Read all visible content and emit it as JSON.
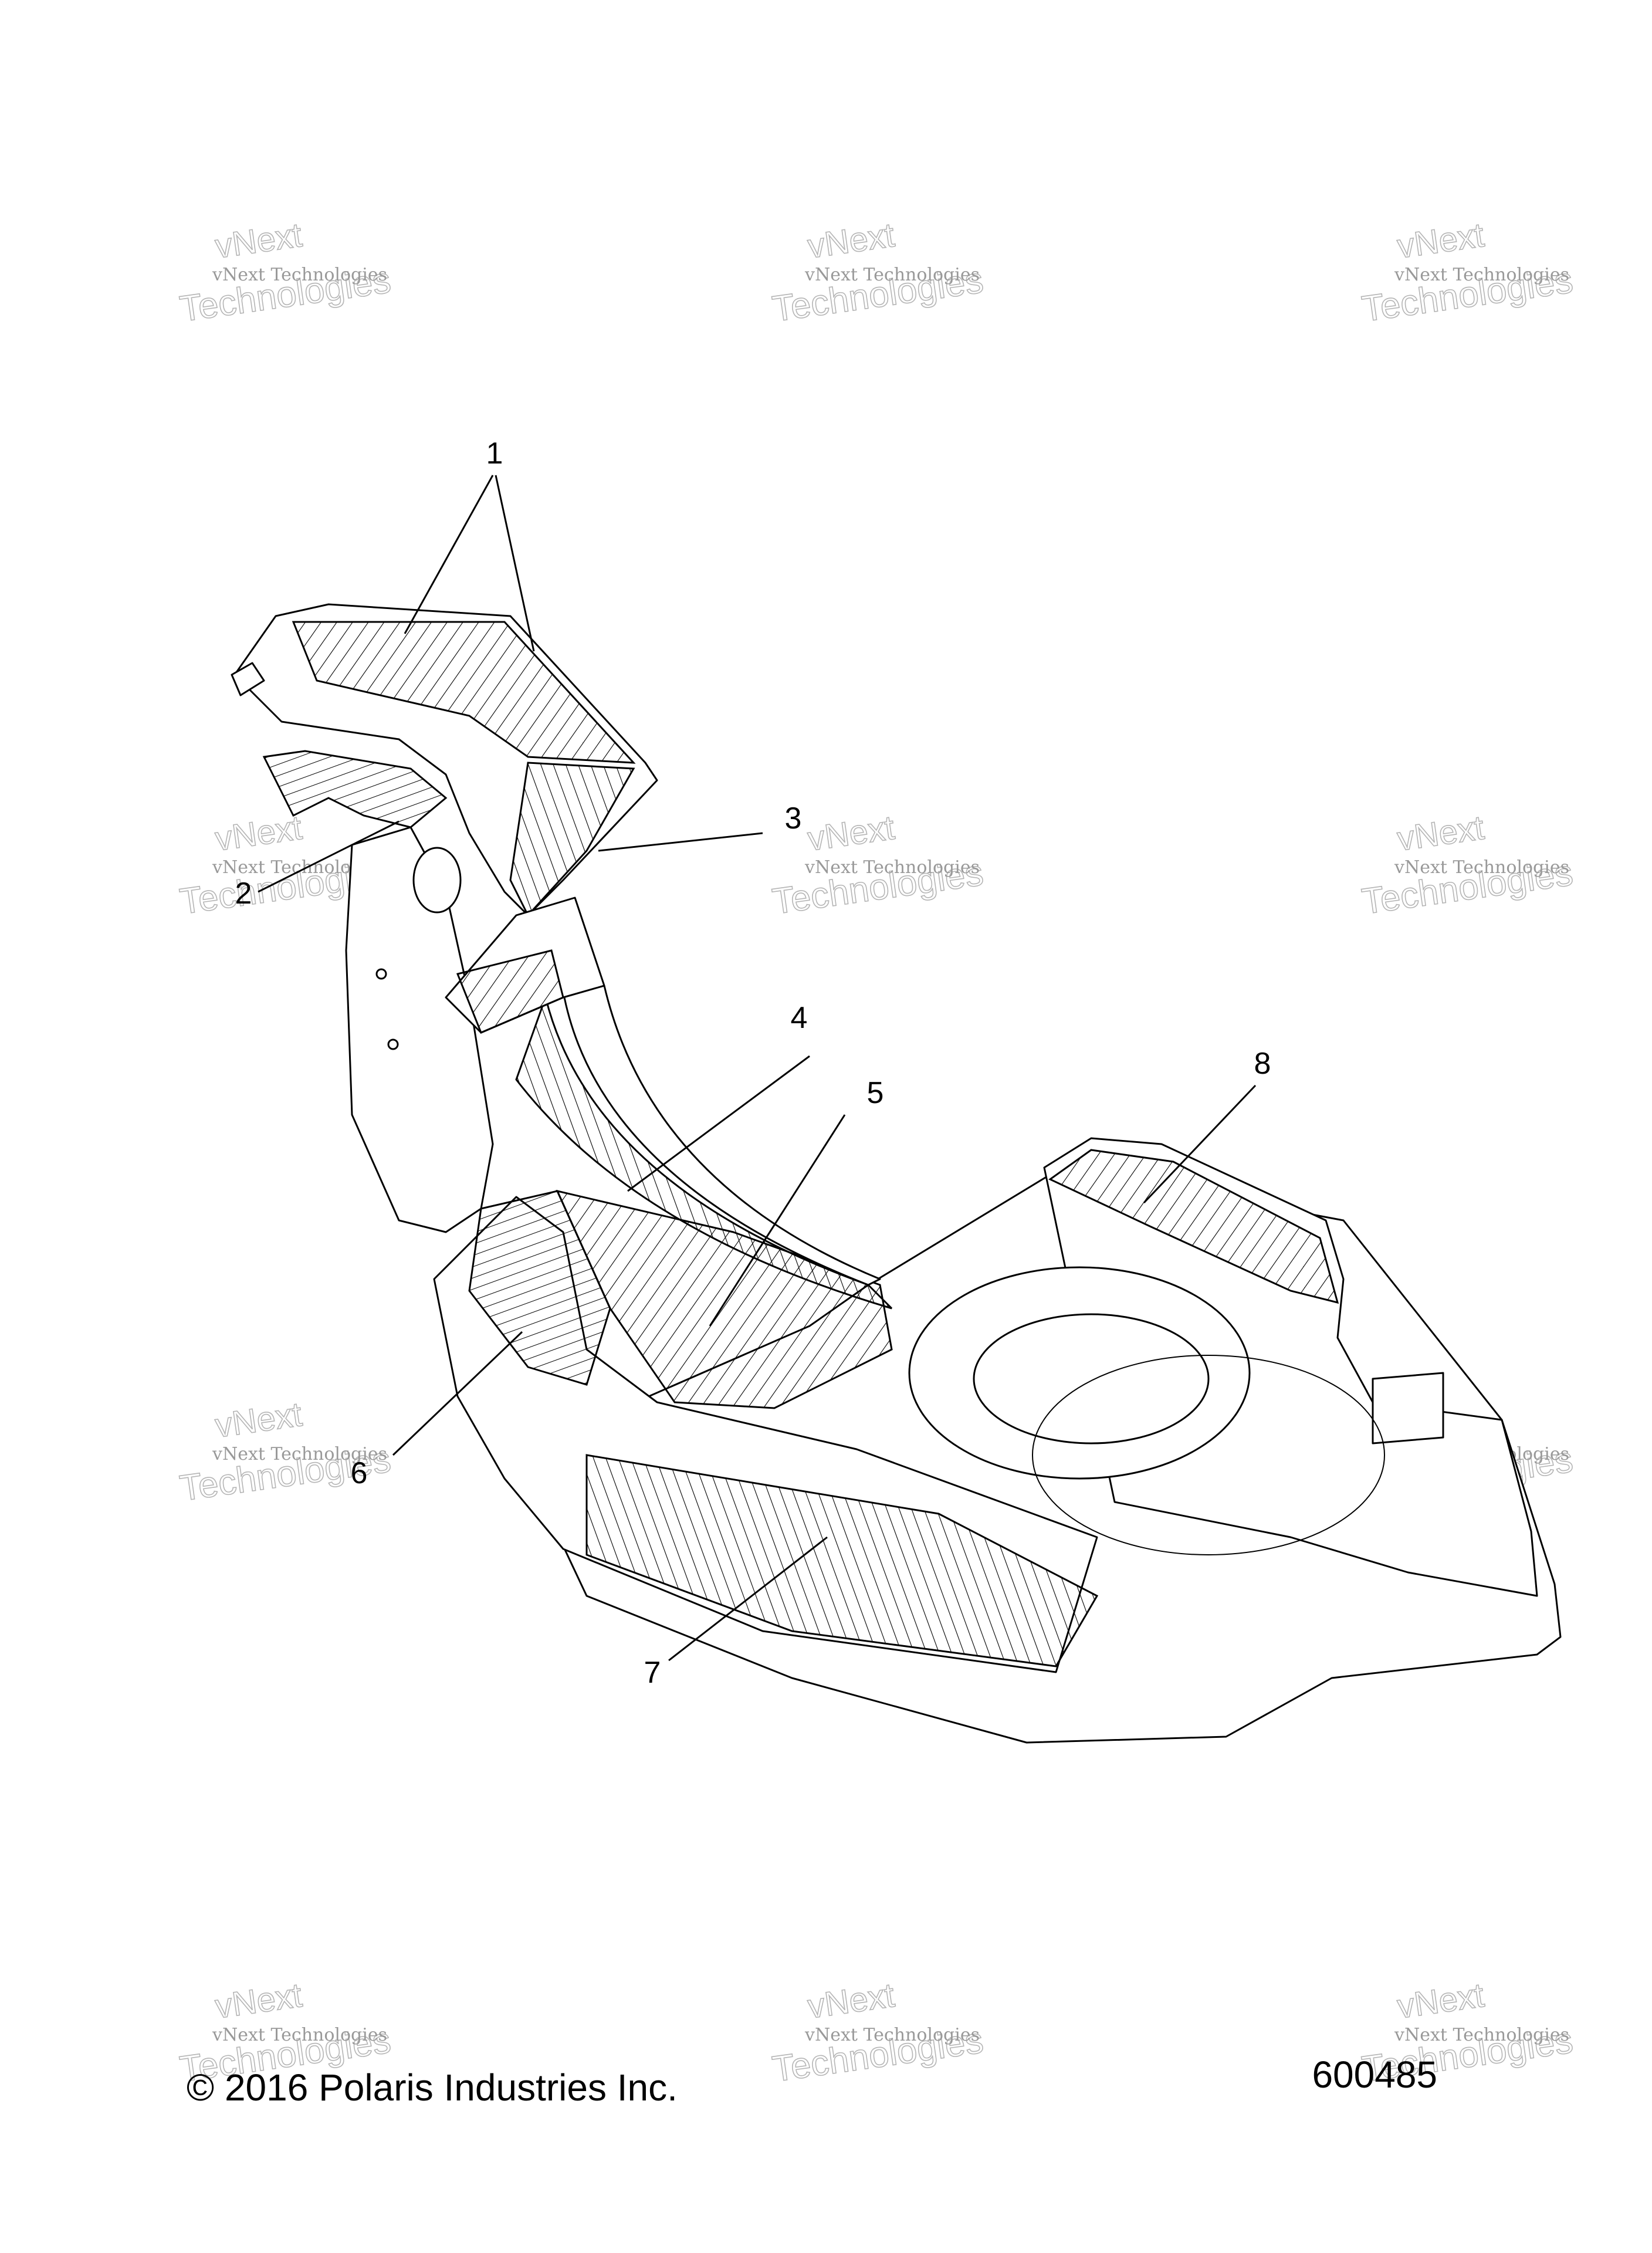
{
  "diagram": {
    "callouts": [
      "1",
      "2",
      "3",
      "4",
      "5",
      "6",
      "7",
      "8"
    ],
    "watermark": {
      "line1": "vNext",
      "line2": "vNext Technologies",
      "line3": "Technologies"
    }
  },
  "footer": {
    "copyright": "© 2016 Polaris Industries Inc.",
    "figure_number": "600485"
  }
}
